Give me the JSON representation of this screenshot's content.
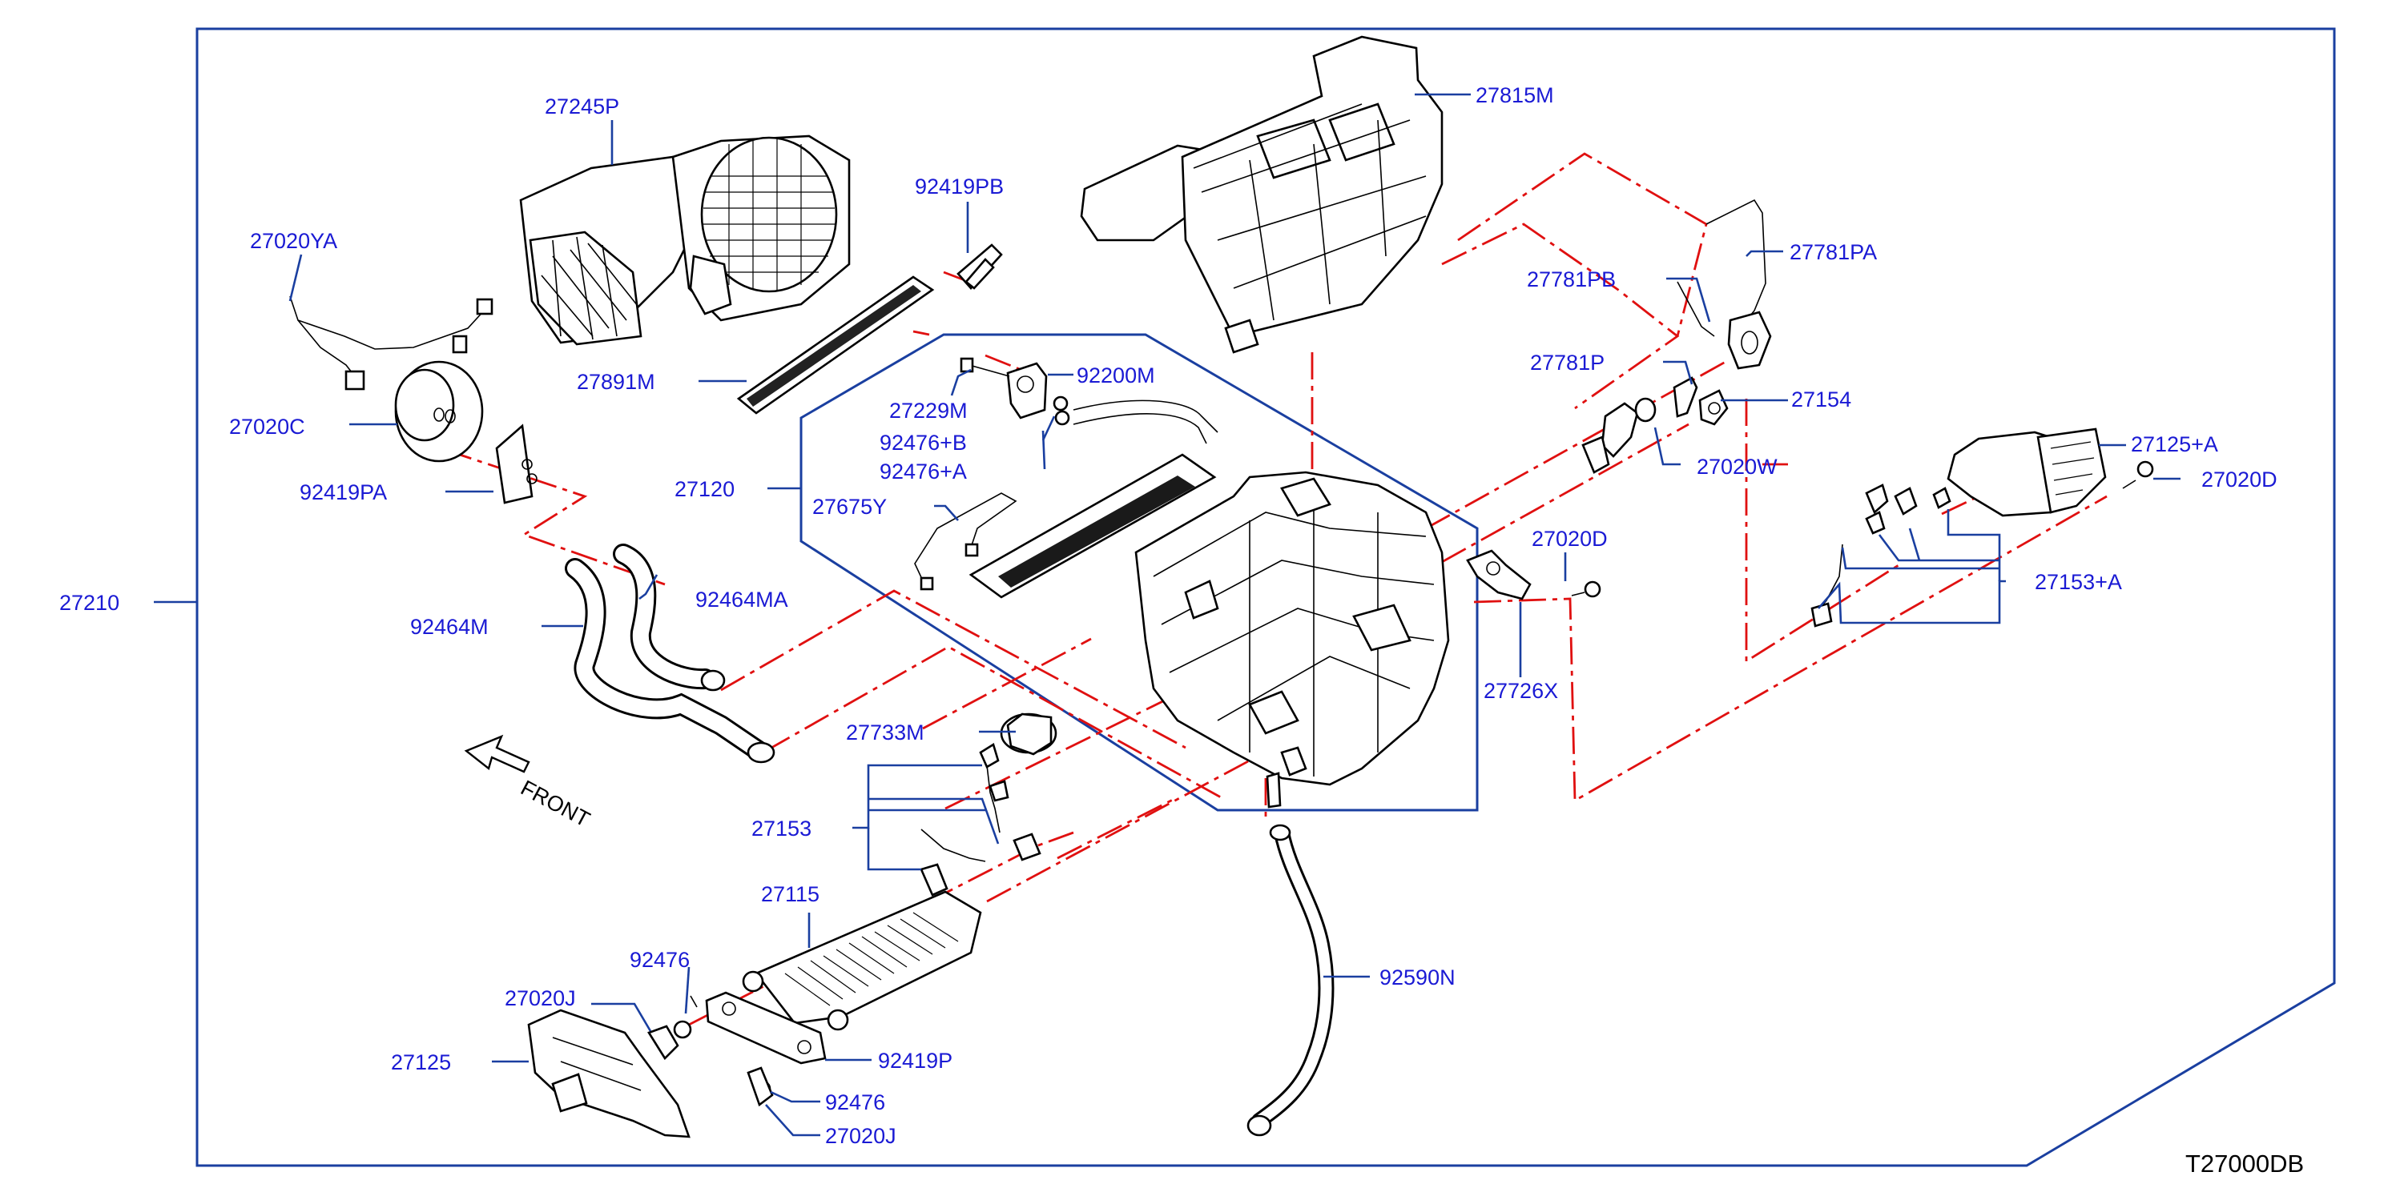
{
  "diagram": {
    "code": "T27000DB",
    "front_label": "FRONT",
    "labels": {
      "l27210": "27210",
      "l27245P": "27245P",
      "l27815M": "27815M",
      "l92419PB": "92419PB",
      "l27020YA": "27020YA",
      "l27781PA": "27781PA",
      "l27781PB": "27781PB",
      "l27891M": "27891M",
      "l27781P": "27781P",
      "l92200M": "92200M",
      "l27229M": "27229M",
      "l27154": "27154",
      "l27020C": "27020C",
      "l92476B": "92476+B",
      "l27125A": "27125+A",
      "l92476A": "92476+A",
      "l27020W": "27020W",
      "l27020D_right": "27020D",
      "l92419PA": "92419PA",
      "l27120": "27120",
      "l27675Y": "27675Y",
      "l27020D_mid": "27020D",
      "l27153A": "27153+A",
      "l92464MA": "92464MA",
      "l92464M": "92464M",
      "l27726X": "27726X",
      "l27733M": "27733M",
      "l27153": "27153",
      "l27115": "27115",
      "l92476_top": "92476",
      "l92590N": "92590N",
      "l27020J_top": "27020J",
      "l27125": "27125",
      "l92419P": "92419P",
      "l92476_bot": "92476",
      "l27020J_bot": "27020J"
    }
  },
  "colors": {
    "label_text": "#1a1ad4",
    "leader_lines": "#1a3fa0",
    "dash_lines": "#e01010",
    "part_outline": "#000000"
  }
}
